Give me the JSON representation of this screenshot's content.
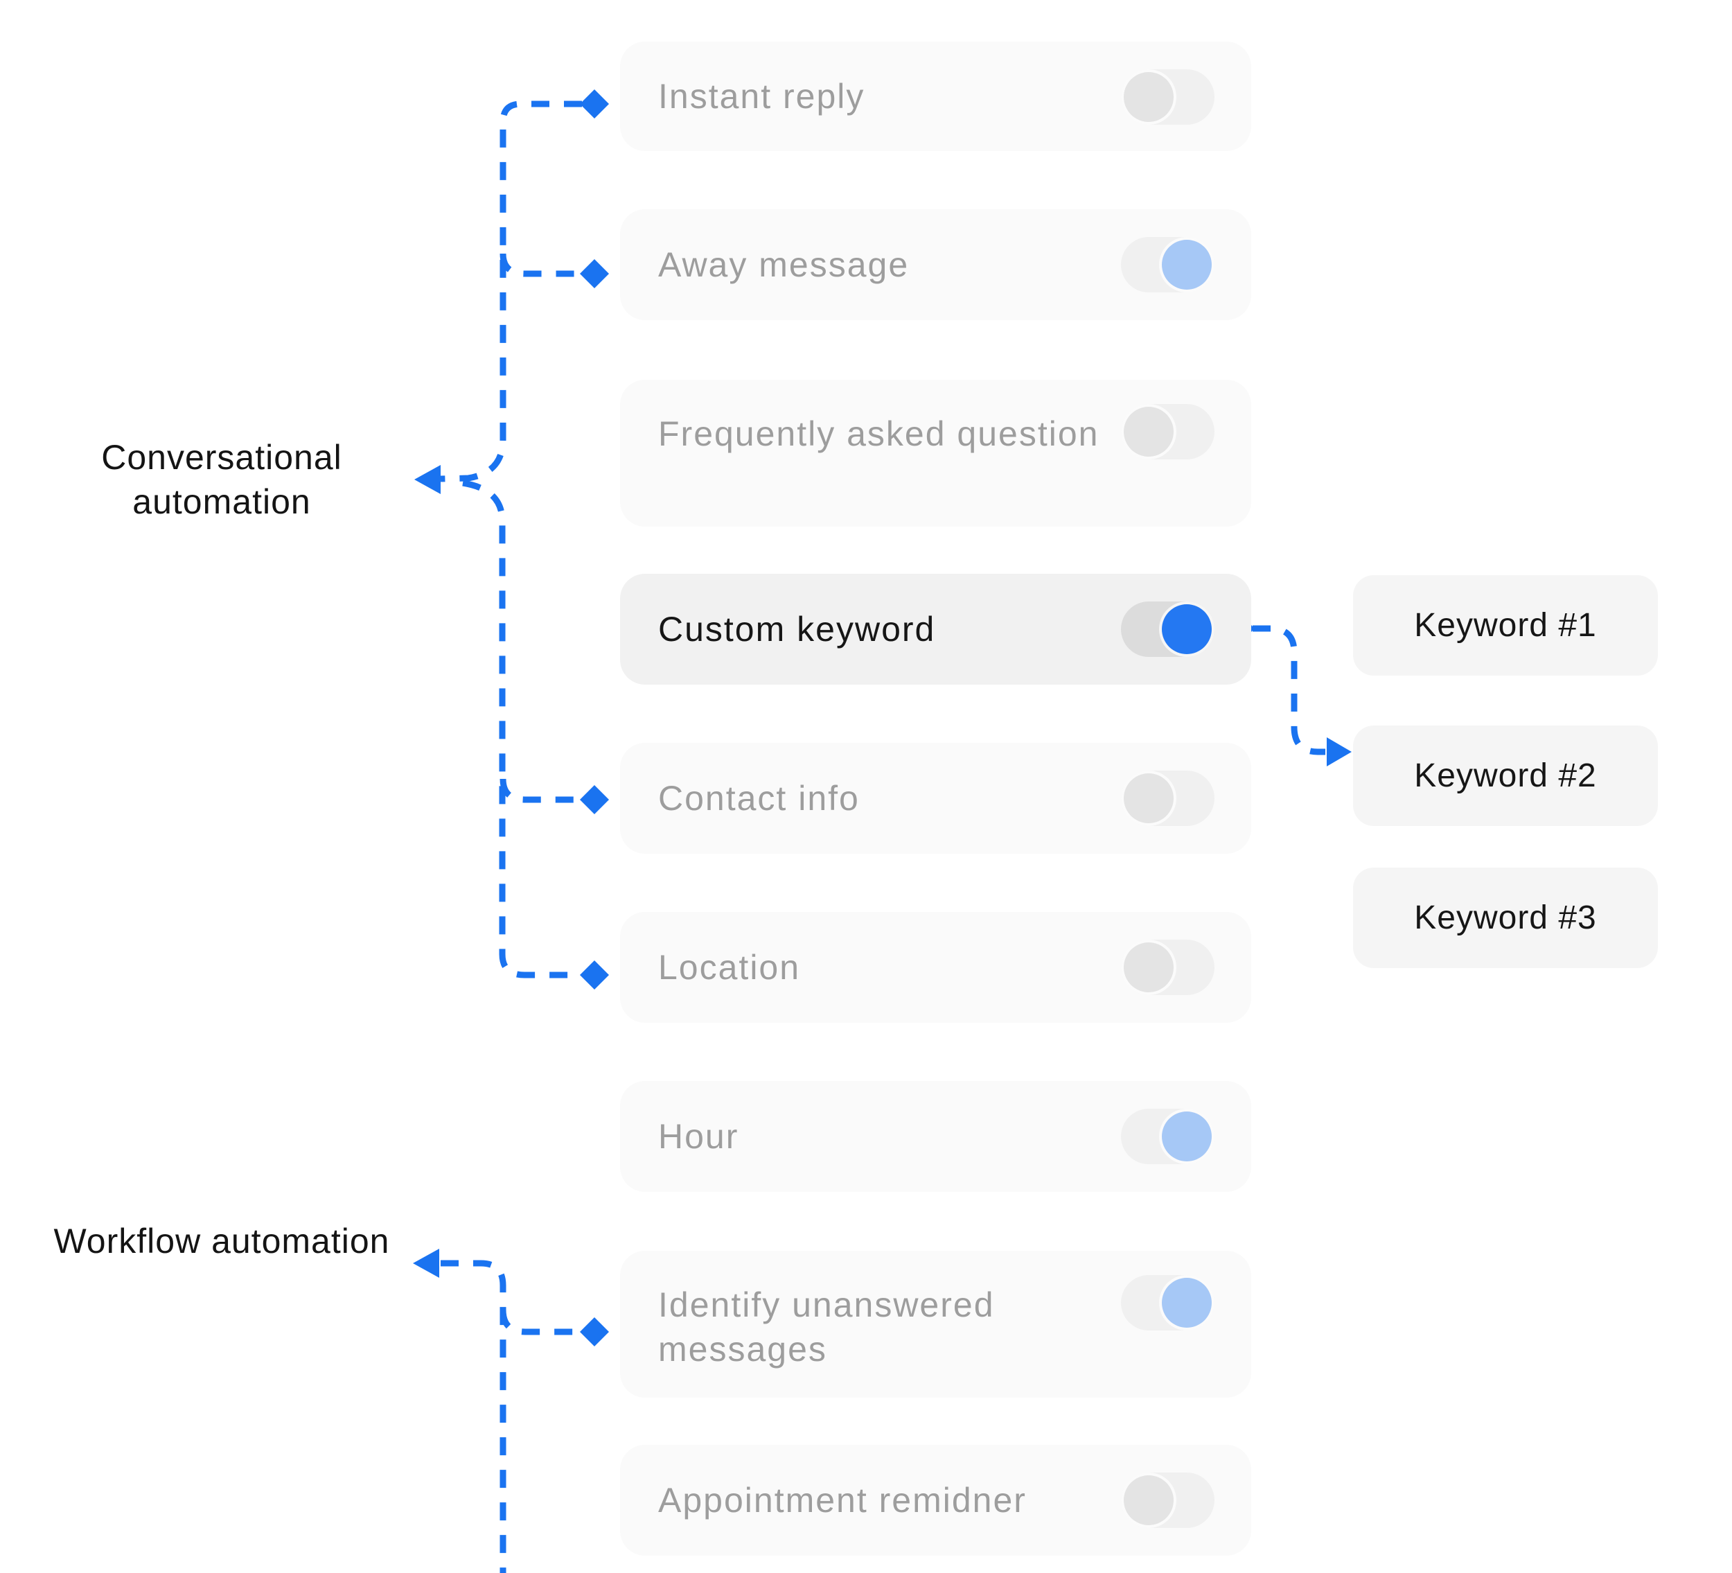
{
  "colors": {
    "accent_blue": "#1a73f0",
    "toggle_knob_strong_blue": "#2478f2",
    "toggle_knob_light_blue": "#a6c8f6",
    "toggle_knob_off_gray": "#e4e4e4",
    "card_background": "#fafafa",
    "active_card_background": "#f1f1f1",
    "keyword_card_background": "#f5f5f5",
    "muted_text": "#9d9d9d",
    "dark_text": "#161616"
  },
  "section_labels": {
    "conversational": "Conversational automation",
    "workflow": "Workflow automation"
  },
  "feature_cards": [
    {
      "label": "Instant reply",
      "toggle": "off"
    },
    {
      "label": "Away message",
      "toggle": "on-light"
    },
    {
      "label": "Frequently asked question",
      "toggle": "off"
    },
    {
      "label": "Custom keyword",
      "toggle": "on-strong"
    },
    {
      "label": "Contact info",
      "toggle": "off"
    },
    {
      "label": "Location",
      "toggle": "off"
    },
    {
      "label": "Hour",
      "toggle": "on-light"
    },
    {
      "label": "Identify unanswered messages",
      "toggle": "on-light"
    },
    {
      "label": "Appointment remidner",
      "toggle": "off"
    }
  ],
  "keyword_cards": [
    {
      "label": "Keyword #1"
    },
    {
      "label": "Keyword #2"
    },
    {
      "label": "Keyword #3"
    }
  ]
}
